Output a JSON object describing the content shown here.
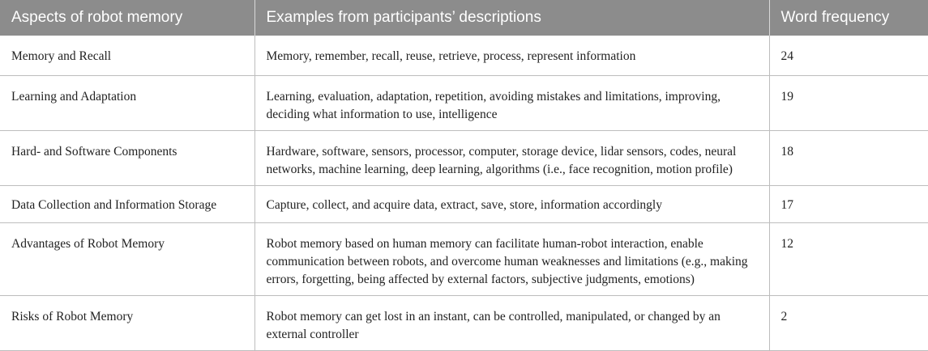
{
  "table": {
    "headers": [
      "Aspects of robot memory",
      "Examples from participants’ descriptions",
      "Word frequency"
    ],
    "rows": [
      {
        "aspect": "Memory and Recall",
        "examples": "Memory, remember, recall, reuse, retrieve, process, represent information",
        "frequency": "24"
      },
      {
        "aspect": "Learning and Adaptation",
        "examples": "Learning, evaluation, adaptation, repetition, avoiding mistakes and limitations, improving, deciding what information to use, intelligence",
        "frequency": "19"
      },
      {
        "aspect": "Hard- and Software Components",
        "examples": "Hardware, software, sensors, processor, computer, storage device, lidar sensors, codes, neural networks, machine learning, deep learning, algorithms (i.e., face recognition, motion profile)",
        "frequency": "18"
      },
      {
        "aspect": "Data Collection and Information Storage",
        "examples": "Capture, collect, and acquire data, extract, save, store, information accordingly",
        "frequency": "17"
      },
      {
        "aspect": "Advantages of Robot Memory",
        "examples": "Robot memory based on human memory can facilitate human-robot interaction, enable communication between robots, and overcome human weaknesses and limitations (e.g., making errors, forgetting, being affected by external factors, subjective judgments, emotions)",
        "frequency": "12"
      },
      {
        "aspect": "Risks of Robot Memory",
        "examples": "Robot memory can get lost in an instant, can be controlled, manipulated, or changed by an external controller",
        "frequency": "2"
      }
    ]
  }
}
